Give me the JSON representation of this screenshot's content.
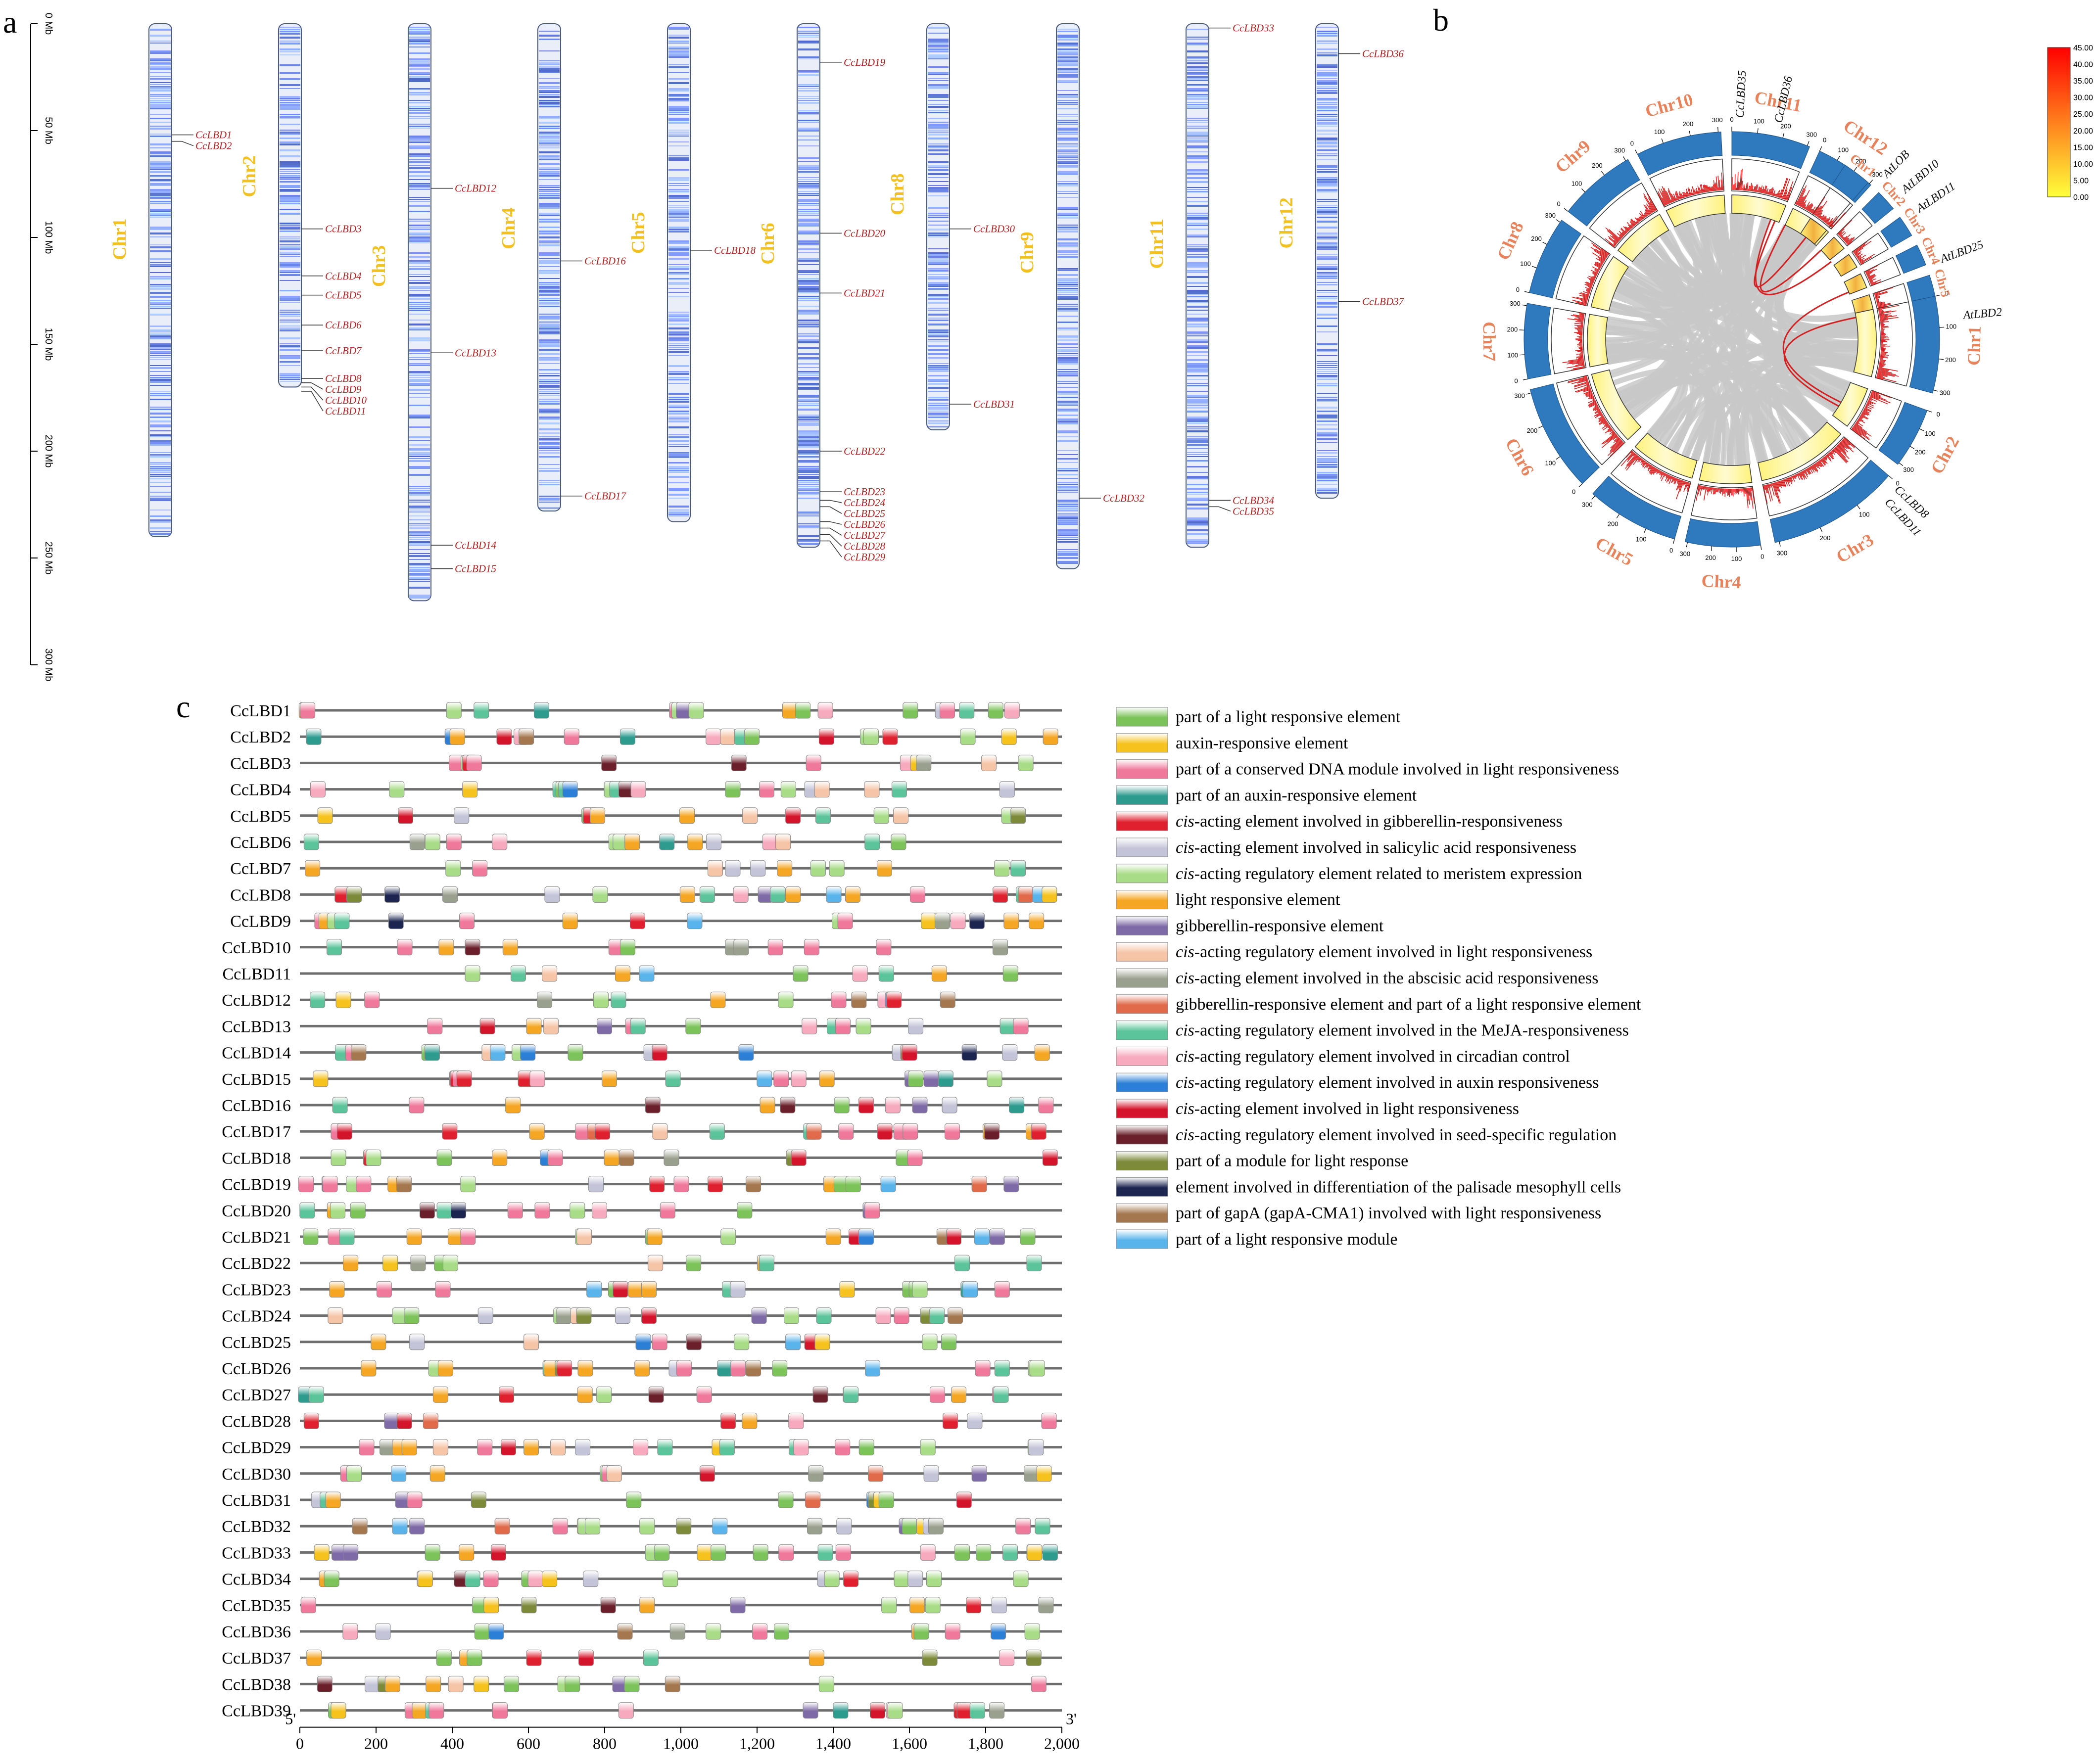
{
  "panels": {
    "a": "a",
    "b": "b",
    "c": "c"
  },
  "scale_ticks": [
    "0 Mb",
    "50 Mb",
    "100 Mb",
    "150 Mb",
    "200 Mb",
    "250 Mb",
    "300 Mb"
  ],
  "chromosomes": [
    {
      "label": "Chr1",
      "length": 240,
      "genes": [
        {
          "name": "CcLBD1",
          "pos": 52
        },
        {
          "name": "CcLBD2",
          "pos": 55
        }
      ]
    },
    {
      "label": "Chr2",
      "length": 170,
      "genes": [
        {
          "name": "CcLBD3",
          "pos": 96
        },
        {
          "name": "CcLBD4",
          "pos": 118
        },
        {
          "name": "CcLBD5",
          "pos": 127
        },
        {
          "name": "CcLBD6",
          "pos": 141
        },
        {
          "name": "CcLBD7",
          "pos": 153
        },
        {
          "name": "CcLBD8",
          "pos": 166
        },
        {
          "name": "CcLBD9",
          "pos": 168
        },
        {
          "name": "CcLBD10",
          "pos": 170
        },
        {
          "name": "CcLBD11",
          "pos": 172
        }
      ]
    },
    {
      "label": "Chr3",
      "length": 270,
      "genes": [
        {
          "name": "CcLBD12",
          "pos": 77
        },
        {
          "name": "CcLBD13",
          "pos": 154
        },
        {
          "name": "CcLBD14",
          "pos": 244
        },
        {
          "name": "CcLBD15",
          "pos": 255
        }
      ]
    },
    {
      "label": "Chr4",
      "length": 228,
      "genes": [
        {
          "name": "CcLBD16",
          "pos": 111
        },
        {
          "name": "CcLBD17",
          "pos": 221
        }
      ]
    },
    {
      "label": "Chr5",
      "length": 233,
      "genes": [
        {
          "name": "CcLBD18",
          "pos": 106
        }
      ]
    },
    {
      "label": "Chr6",
      "length": 245,
      "genes": [
        {
          "name": "CcLBD19",
          "pos": 18
        },
        {
          "name": "CcLBD20",
          "pos": 98
        },
        {
          "name": "CcLBD21",
          "pos": 126
        },
        {
          "name": "CcLBD22",
          "pos": 200
        },
        {
          "name": "CcLBD23",
          "pos": 219
        },
        {
          "name": "CcLBD24",
          "pos": 223
        },
        {
          "name": "CcLBD25",
          "pos": 226
        },
        {
          "name": "CcLBD26",
          "pos": 233
        },
        {
          "name": "CcLBD27",
          "pos": 236
        },
        {
          "name": "CcLBD28",
          "pos": 239
        },
        {
          "name": "CcLBD29",
          "pos": 242
        }
      ]
    },
    {
      "label": "Chr8",
      "length": 190,
      "genes": [
        {
          "name": "CcLBD30",
          "pos": 96
        },
        {
          "name": "CcLBD31",
          "pos": 178
        }
      ]
    },
    {
      "label": "Chr9",
      "length": 255,
      "genes": [
        {
          "name": "CcLBD32",
          "pos": 222
        }
      ]
    },
    {
      "label": "Chr11",
      "length": 245,
      "genes": [
        {
          "name": "CcLBD33",
          "pos": 2
        },
        {
          "name": "CcLBD34",
          "pos": 223
        },
        {
          "name": "CcLBD35",
          "pos": 226
        }
      ]
    },
    {
      "label": "Chr12",
      "length": 222,
      "genes": [
        {
          "name": "CcLBD36",
          "pos": 14
        },
        {
          "name": "CcLBD37",
          "pos": 130
        }
      ]
    }
  ],
  "circos": {
    "chromosomes": [
      "Chr1",
      "Chr2",
      "Chr3",
      "Chr4",
      "Chr5",
      "Chr6",
      "Chr7",
      "Chr8",
      "Chr9",
      "Chr10",
      "Chr11",
      "Chr12"
    ],
    "at_chromosomes": [
      "Chr1",
      "Chr2",
      "Chr3",
      "Chr4",
      "Chr5"
    ],
    "genes": [
      "CcLBD35",
      "CcLBD36",
      "AtLOB",
      "AtLBD10",
      "AtLBD11",
      "AtLBD25",
      "AtLBD2",
      "CcLBD8",
      "CcLBD11"
    ],
    "ticks": [
      "0",
      "100",
      "200",
      "300"
    ],
    "scale": {
      "max": 45,
      "ticks": [
        "45.00",
        "40.00",
        "35.00",
        "30.00",
        "25.00",
        "20.00",
        "15.00",
        "10.00",
        "5.00",
        "0.00"
      ],
      "colors": [
        "#ffff3a",
        "#ff0000"
      ]
    }
  },
  "chart_data": {
    "type": "table",
    "x_axis": {
      "range": [
        0,
        2000
      ],
      "tick_labels": [
        "0",
        "200",
        "400",
        "600",
        "800",
        "1,000",
        "1,200",
        "1,400",
        "1,600",
        "1,800",
        "2,000"
      ],
      "start_label": "5'",
      "end_label": "3'"
    },
    "rows": [
      "CcLBD1",
      "CcLBD2",
      "CcLBD3",
      "CcLBD4",
      "CcLBD5",
      "CcLBD6",
      "CcLBD7",
      "CcLBD8",
      "CcLBD9",
      "CcLBD10",
      "CcLBD11",
      "CcLBD12",
      "CcLBD13",
      "CcLBD14",
      "CcLBD15",
      "CcLBD16",
      "CcLBD17",
      "CcLBD18",
      "CcLBD19",
      "CcLBD20",
      "CcLBD21",
      "CcLBD22",
      "CcLBD23",
      "CcLBD24",
      "CcLBD25",
      "CcLBD26",
      "CcLBD27",
      "CcLBD28",
      "CcLBD29",
      "CcLBD30",
      "CcLBD31",
      "CcLBD32",
      "CcLBD33",
      "CcLBD34",
      "CcLBD35",
      "CcLBD36",
      "CcLBD37",
      "CcLBD38",
      "CcLBD39"
    ],
    "legend": [
      {
        "prefix": "",
        "text": "part of a light responsive element",
        "color": "#7cc35a"
      },
      {
        "prefix": "",
        "text": "auxin-responsive element",
        "color": "#f6c21e"
      },
      {
        "prefix": "",
        "text": "part of a conserved DNA module involved in light responsiveness",
        "color": "#f0799b"
      },
      {
        "prefix": "",
        "text": "part of an auxin-responsive element",
        "color": "#2e9b8f"
      },
      {
        "prefix": "cis",
        "text": "-acting element involved in gibberellin-responsiveness",
        "color": "#e0202e"
      },
      {
        "prefix": "cis",
        "text": "-acting element involved in salicylic acid responsiveness",
        "color": "#c4c4d8"
      },
      {
        "prefix": "cis",
        "text": "-acting regulatory element related to meristem expression",
        "color": "#a8dc86"
      },
      {
        "prefix": "",
        "text": "light responsive element",
        "color": "#f5a623"
      },
      {
        "prefix": "",
        "text": "gibberellin-responsive element",
        "color": "#7e6aa6"
      },
      {
        "prefix": "cis",
        "text": "-acting regulatory element involved in light responsiveness",
        "color": "#f6c4a6"
      },
      {
        "prefix": "cis",
        "text": "-acting element involved in the abscisic acid responsiveness",
        "color": "#9aa08e"
      },
      {
        "prefix": "",
        "text": "gibberellin-responsive element and part of a light responsive element",
        "color": "#e06a4a"
      },
      {
        "prefix": "cis",
        "text": "-acting regulatory element involved in the MeJA-responsiveness",
        "color": "#5cc49a"
      },
      {
        "prefix": "cis",
        "text": "-acting regulatory element involved in circadian control",
        "color": "#f7a9bd"
      },
      {
        "prefix": "cis",
        "text": "-acting regulatory element involved in auxin responsiveness",
        "color": "#2b7fd6"
      },
      {
        "prefix": "cis",
        "text": "-acting element involved in light responsiveness",
        "color": "#d4142a"
      },
      {
        "prefix": "cis",
        "text": "-acting regulatory element involved in seed-specific regulation",
        "color": "#6a1f2a"
      },
      {
        "prefix": "",
        "text": "part of a module for light response",
        "color": "#7c8a3a"
      },
      {
        "prefix": "",
        "text": "element involved in differentiation of the palisade mesophyll cells",
        "color": "#1c2550"
      },
      {
        "prefix": "",
        "text": "part of gapA (gapA-CMA1) involved with light responsiveness",
        "color": "#a4774e"
      },
      {
        "prefix": "",
        "text": "part of a light responsive module",
        "color": "#5ab4ec"
      }
    ]
  }
}
